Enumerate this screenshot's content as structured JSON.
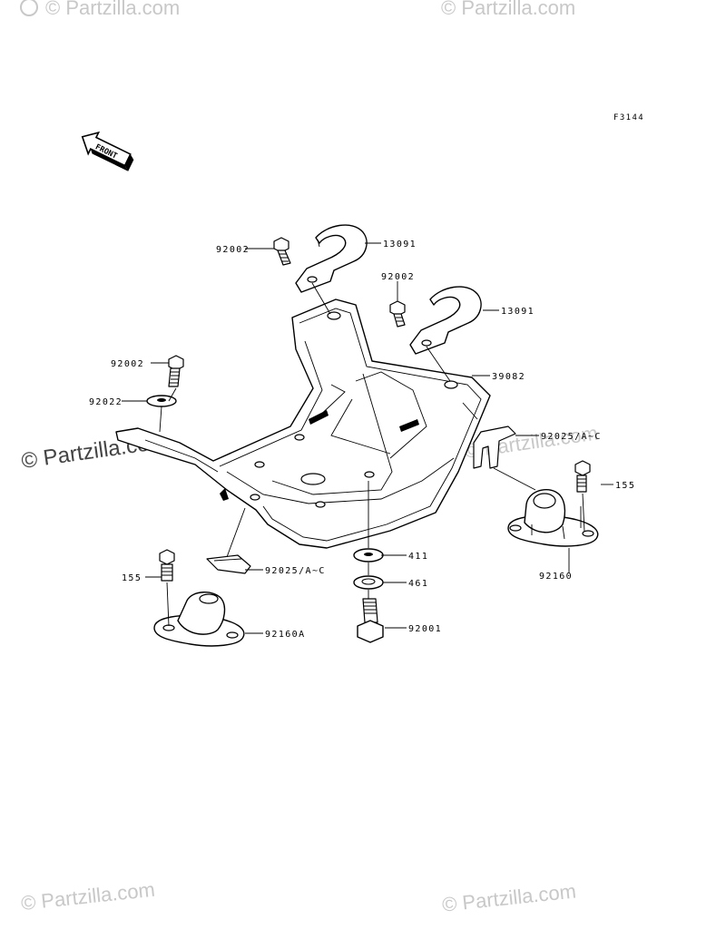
{
  "figure_code": "F3144",
  "front_badge": "FRONT",
  "watermark": "© Partzilla.com",
  "parts": {
    "bolt_top_left": "92002",
    "clamp_left": "13091",
    "bolt_top_right": "92002",
    "clamp_right": "13091",
    "frame": "39082",
    "bolt_left": "92002",
    "washer_left": "92022",
    "clip_right": "92025/A~C",
    "bolt_right_mount": "155",
    "mount_right": "92160",
    "washer_411": "411",
    "washer_461": "461",
    "bolt_bottom": "92001",
    "bolt_left_mount": "155",
    "clip_left": "92025/A~C",
    "mount_left": "92160A"
  }
}
